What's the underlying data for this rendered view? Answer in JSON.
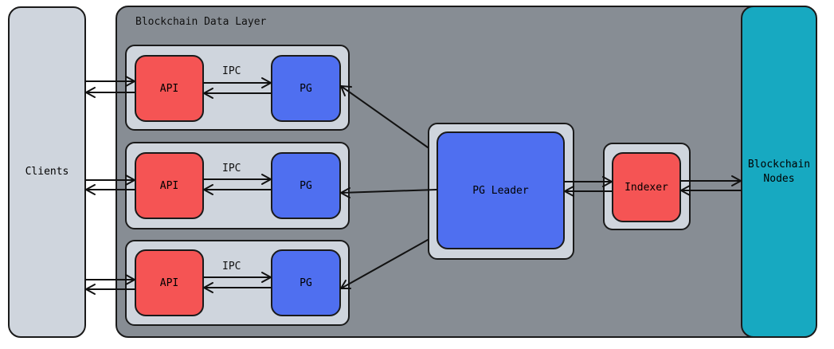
{
  "clients": {
    "label": "Clients"
  },
  "layer": {
    "title": "Blockchain Data Layer"
  },
  "nodes": {
    "line1": "Blockchain",
    "line2": "Nodes"
  },
  "rows": [
    {
      "api": "API",
      "ipc": "IPC",
      "pg": "PG"
    },
    {
      "api": "API",
      "ipc": "IPC",
      "pg": "PG"
    },
    {
      "api": "API",
      "ipc": "IPC",
      "pg": "PG"
    }
  ],
  "leader": {
    "label": "PG Leader"
  },
  "indexer": {
    "label": "Indexer"
  },
  "colors": {
    "clients": "#cfd5dd",
    "layer": "#878d94",
    "nodes": "#17a9c1",
    "api": "#f55454",
    "pg": "#4f6ff0",
    "group": "#cfd5dd"
  }
}
